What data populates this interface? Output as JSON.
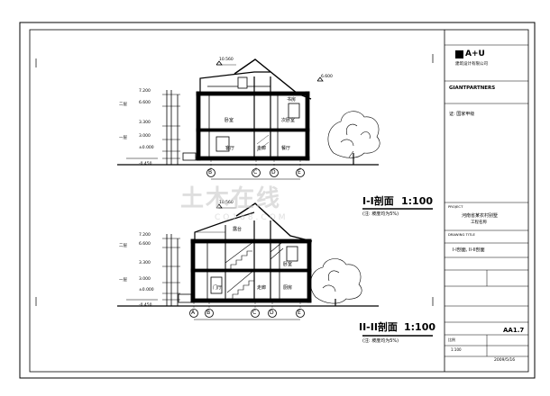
{
  "sections": [
    {
      "title": "I-I剖面",
      "scale": "1:100",
      "note": "(注: 坡度均为5%)",
      "elevations": [
        "7.200",
        "6.600",
        "3.300",
        "3.000",
        "±0.000",
        "-0.450"
      ],
      "top_elevation": "10.560",
      "eave_elevation": "6.600",
      "rooms": [
        "书房",
        "卧室",
        "次卧室",
        "客厅",
        "走廊",
        "餐厅"
      ],
      "axes": [
        "B",
        "C",
        "D",
        "E"
      ],
      "floor_labels": [
        "二层",
        "一层"
      ]
    },
    {
      "title": "II-II剖面",
      "scale": "1:100",
      "note": "(注: 坡度均为5%)",
      "elevations": [
        "7.200",
        "6.600",
        "3.300",
        "3.000",
        "±0.000",
        "-0.450"
      ],
      "top_elevation": "10.560",
      "rooms": [
        "露台",
        "卧室",
        "门厅",
        "走廊",
        "厨房"
      ],
      "axes": [
        "A",
        "B",
        "C",
        "D",
        "E"
      ],
      "floor_labels": [
        "二层",
        "一层"
      ]
    }
  ],
  "title_block": {
    "logo": "A+U",
    "firm_cn": "建筑设计有限公司",
    "partner": "GIANTPARTNERS",
    "certificate": "证: 国家甲级",
    "project_label": "PROJECT",
    "project_name_1": "河南省某农村别墅",
    "project_name_2": "工程名称",
    "drawing_title_label": "DRAWING TITLE",
    "drawing_title": "I-I剖面, II-II剖面",
    "scale_label": "比例",
    "scale_value": "1:100",
    "sheet_no": "AA1.7",
    "date": "2009/5/16"
  },
  "watermark": {
    "main": "土木在线",
    "sub": "CO188.COM"
  }
}
